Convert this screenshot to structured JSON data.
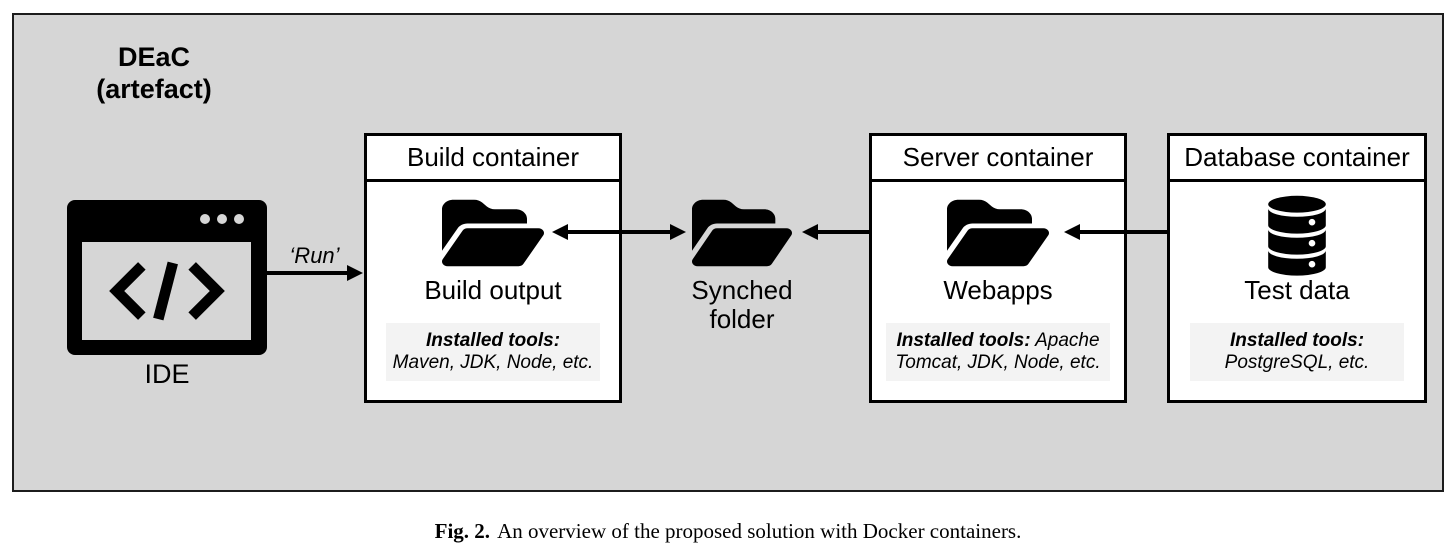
{
  "colors": {
    "panel_background": "#d6d6d6",
    "container_background": "#ffffff",
    "tools_box_background": "#f3f3f3",
    "ink": "#000000"
  },
  "panel": {
    "title_line1": "DEaC",
    "title_line2": "(artefact)",
    "ide": {
      "icon": "code-window-icon",
      "label": "IDE"
    },
    "run_arrow_label": "‘Run’",
    "synched_folder": {
      "icon": "folder-open-icon",
      "label_line1": "Synched",
      "label_line2": "folder"
    },
    "containers": [
      {
        "title": "Build container",
        "icon": "folder-open-icon",
        "item_label": "Build output",
        "tools_label": "Installed tools:",
        "tools_line1_rest": "",
        "tools_line2": "Maven, JDK, Node, etc."
      },
      {
        "title": "Server container",
        "icon": "folder-open-icon",
        "item_label": "Webapps",
        "tools_label": "Installed tools:",
        "tools_line1_rest": " Apache",
        "tools_line2": "Tomcat, JDK, Node, etc."
      },
      {
        "title": "Database container",
        "icon": "database-icon",
        "item_label": "Test data",
        "tools_label": "Installed tools:",
        "tools_line1_rest": "",
        "tools_line2": "PostgreSQL, etc."
      }
    ]
  },
  "caption": {
    "label": "Fig. 2.",
    "text": "An overview of the proposed solution with Docker containers."
  }
}
